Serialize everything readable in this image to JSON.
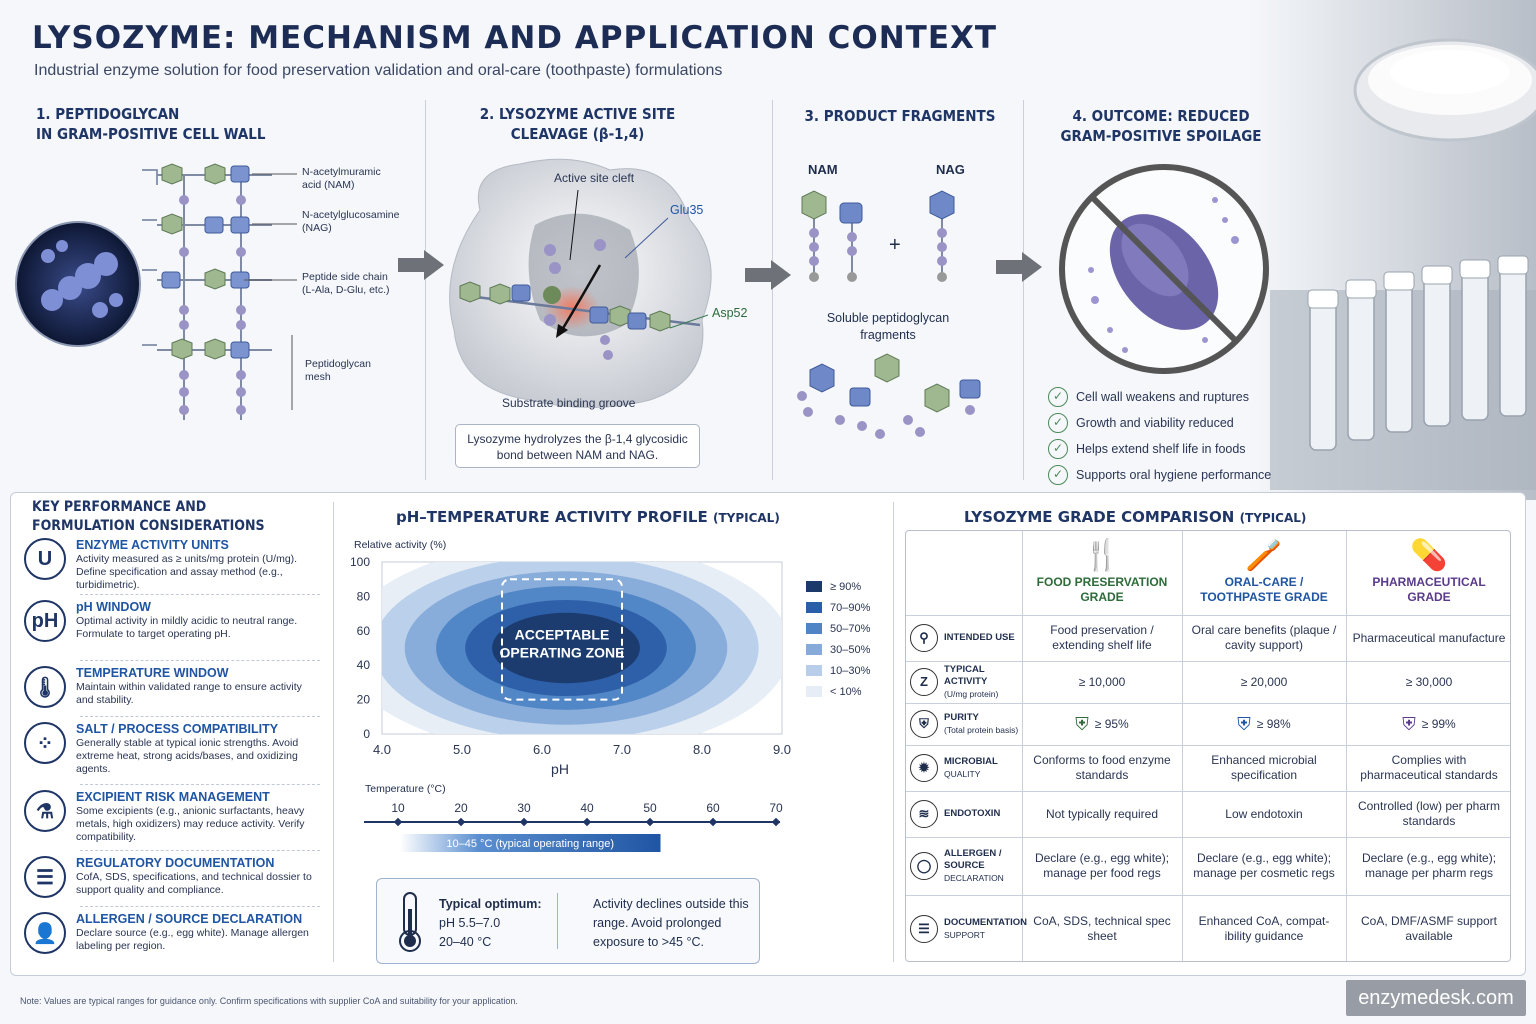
{
  "header": {
    "title": "LYSOZYME: MECHANISM AND APPLICATION CONTEXT",
    "subtitle": "Industrial enzyme solution for food preservation validation and oral-care (toothpaste) formulations"
  },
  "steps": [
    {
      "title_1": "1. PEPTIDOGLYCAN",
      "title_2": "IN GRAM-POSITIVE CELL WALL",
      "labels": [
        "N-acetylmuramic\nacid (NAM)",
        "N-acetylglucosamine\n(NAG)",
        "Peptide side chain\n(L-Ala, D-Glu, etc.)",
        "Peptidoglycan\nmesh"
      ]
    },
    {
      "title_1": "2. LYSOZYME ACTIVE SITE",
      "title_2": "CLEAVAGE (β-1,4)",
      "active_site": "Active site cleft",
      "glu": "Glu35",
      "asp": "Asp52",
      "groove": "Substrate binding groove",
      "caption": "Lysozyme hydrolyzes the β-1,4 glycosidic bond between NAM and NAG."
    },
    {
      "title_1": "3. PRODUCT FRAGMENTS",
      "nam": "NAM",
      "nag": "NAG",
      "plus": "+",
      "fragments": "Soluble peptidoglycan fragments"
    },
    {
      "title_1": "4. OUTCOME: REDUCED",
      "title_2": "GRAM-POSITIVE SPOILAGE",
      "outcomes": [
        "Cell wall weakens and ruptures",
        "Growth and viability reduced",
        "Helps extend shelf life in foods",
        "Supports oral hygiene performance"
      ]
    }
  ],
  "kpc": {
    "title_1": "KEY PERFORMANCE AND",
    "title_2": "FORMULATION CONSIDERATIONS",
    "items": [
      {
        "icon": "U",
        "heading": "ENZYME ACTIVITY UNITS",
        "text": "Activity measured as ≥ units/mg protein (U/mg). Define specification and assay method (e.g., turbidimetric)."
      },
      {
        "icon": "pH",
        "heading": "pH WINDOW",
        "text": "Optimal activity in mildly acidic to neutral range. Formulate to target operating pH."
      },
      {
        "icon": "🌡",
        "heading": "TEMPERATURE WINDOW",
        "text": "Maintain within validated range to ensure activity and stability."
      },
      {
        "icon": "⁘",
        "heading": "SALT / PROCESS COMPATIBILITY",
        "text": "Generally stable at typical ionic strengths. Avoid extreme heat, strong acids/bases, and oxidizing agents."
      },
      {
        "icon": "⚗",
        "heading": "EXCIPIENT RISK MANAGEMENT",
        "text": "Some excipients (e.g., anionic surfactants, heavy metals, high oxidizers) may reduce activity. Verify compatibility."
      },
      {
        "icon": "☰",
        "heading": "REGULATORY DOCUMENTATION",
        "text": "CofA, SDS, specifications, and technical dossier to support quality and compliance."
      },
      {
        "icon": "👤",
        "heading": "ALLERGEN / SOURCE DECLARATION",
        "text": "Declare source (e.g., egg white). Manage allergen labeling per region."
      }
    ]
  },
  "chart_data": {
    "type": "heatmap",
    "title": "pH–TEMPERATURE ACTIVITY PROFILE",
    "title_suffix": "(TYPICAL)",
    "ylabel": "Relative activity (%)",
    "xlabel": "pH",
    "x_ticks": [
      "4.0",
      "5.0",
      "6.0",
      "7.0",
      "8.0",
      "9.0"
    ],
    "y_ticks": [
      "100",
      "80",
      "60",
      "40",
      "20",
      "0"
    ],
    "xlim": [
      4.0,
      9.0
    ],
    "ylim": [
      0,
      100
    ],
    "zone_label_1": "ACCEPTABLE",
    "zone_label_2": "OPERATING ZONE",
    "zone": {
      "ph": [
        5.5,
        7.0
      ],
      "activity": [
        20,
        90
      ]
    },
    "legend": [
      "≥ 90%",
      "70–90%",
      "50–70%",
      "30–50%",
      "10–30%",
      "< 10%"
    ],
    "legend_colors": [
      "#1b3a6b",
      "#2b5ea8",
      "#4f85c6",
      "#86abd9",
      "#b8cde9",
      "#e6edf6"
    ],
    "temp_label": "Temperature (°C)",
    "temp_ticks": [
      "10",
      "20",
      "30",
      "40",
      "50",
      "60",
      "70"
    ],
    "temp_range": "10–45 °C (typical operating range)"
  },
  "optimum": {
    "label": "Typical optimum:",
    "ph": "pH 5.5–7.0",
    "temp": "20–40 °C",
    "note": "Activity declines outside this range. Avoid prolonged exposure to >45 °C."
  },
  "grades": {
    "title": "LYSOZYME GRADE COMPARISON",
    "title_suffix": "(TYPICAL)",
    "columns": [
      {
        "name_1": "FOOD PRESERVATION",
        "name_2": "GRADE",
        "color": "#2e6b3a"
      },
      {
        "name_1": "ORAL-CARE /",
        "name_2": "TOOTHPASTE GRADE",
        "color": "#1f55a3"
      },
      {
        "name_1": "PHARMACEUTICAL",
        "name_2": "GRADE",
        "color": "#5a3a8a"
      }
    ],
    "rows": [
      {
        "icon": "⚲",
        "label_1": "INTENDED USE",
        "label_2": "",
        "values": [
          "Food preservation / extending shelf life",
          "Oral care benefits (plaque / cavity support)",
          "Pharmaceutical manufacture"
        ]
      },
      {
        "icon": "Z",
        "label_1": "TYPICAL ACTIVITY",
        "label_2": "(U/mg protein)",
        "values": [
          "≥ 10,000",
          "≥ 20,000",
          "≥ 30,000"
        ]
      },
      {
        "icon": "⛨",
        "label_1": "PURITY",
        "label_2": "(Total protein basis)",
        "values": [
          "≥ 95%",
          "≥ 98%",
          "≥ 99%"
        ]
      },
      {
        "icon": "✹",
        "label_1": "MICROBIAL",
        "label_2": "QUALITY",
        "values": [
          "Conforms to food enzyme standards",
          "Enhanced microbial specification",
          "Complies with pharmaceutical standards"
        ]
      },
      {
        "icon": "≋",
        "label_1": "ENDOTOXIN",
        "label_2": "",
        "values": [
          "Not typically required",
          "Low endotoxin",
          "Controlled (low) per pharm standards"
        ]
      },
      {
        "icon": "◯",
        "label_1": "ALLERGEN / SOURCE",
        "label_2": "DECLARATION",
        "values": [
          "Declare (e.g., egg white); manage per food regs",
          "Declare (e.g., egg white); manage per cosmetic regs",
          "Declare (e.g., egg white); manage per pharm regs"
        ]
      },
      {
        "icon": "☰",
        "label_1": "DOCUMENTATION",
        "label_2": "SUPPORT",
        "values": [
          "CoA, SDS, technical spec sheet",
          "Enhanced CoA, compat- ibility guidance",
          "CoA, DMF/ASMF support available"
        ]
      }
    ]
  },
  "footer": {
    "note": "Note: Values are typical ranges for guidance only. Confirm specifications with supplier CoA and suitability for your application.",
    "site": "enzymedesk.com"
  }
}
